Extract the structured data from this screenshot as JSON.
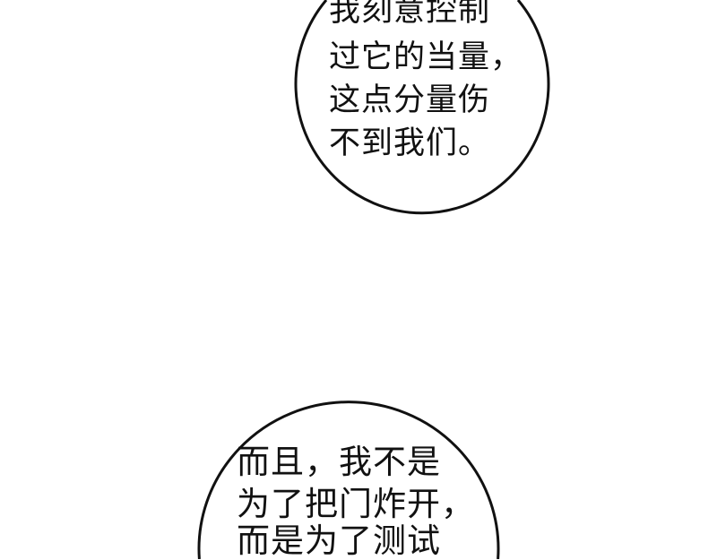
{
  "bubbles": [
    {
      "lines": [
        "我刻意控制",
        "过它的当量，",
        "这点分量伤",
        "不到我们。"
      ]
    },
    {
      "lines": [
        "而且，我不是",
        "为了把门炸开，",
        "而是为了测试"
      ]
    }
  ],
  "colors": {
    "background": "#ffffff",
    "outline": "#111111",
    "text": "#111111"
  }
}
